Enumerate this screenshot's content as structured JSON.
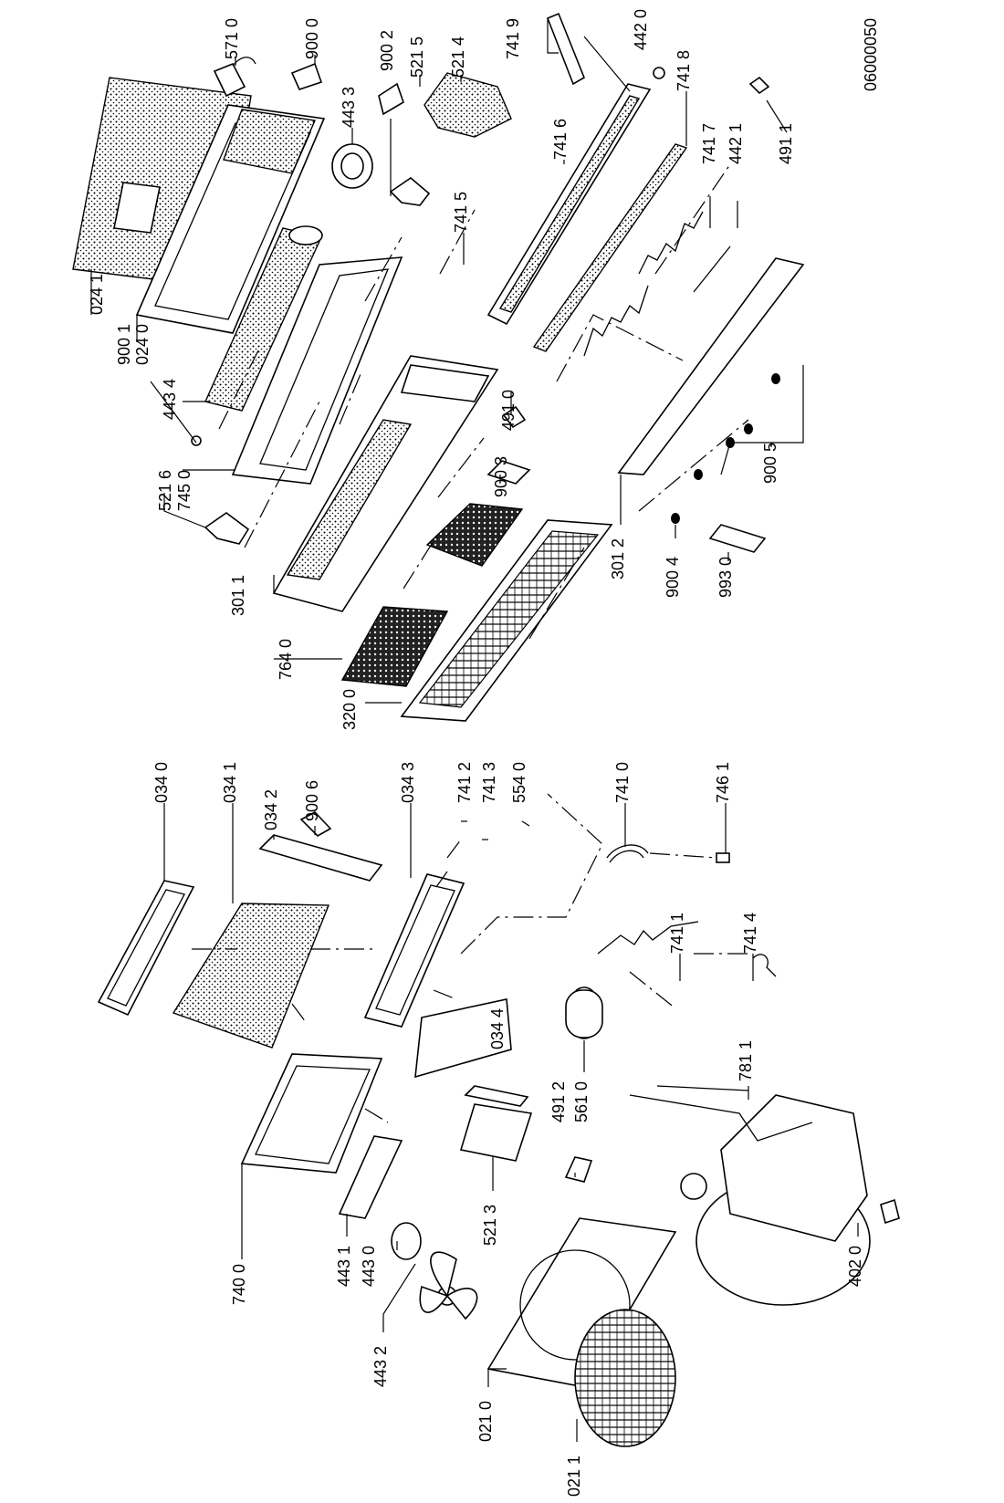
{
  "document_id": "06000050",
  "labels": {
    "l0241": "024 1",
    "l9001": "900 1",
    "l0240": "024 0",
    "l4434": "443 4",
    "l5216": "521 6",
    "l7450": "745 0",
    "l3011": "301 1",
    "l7640": "764 0",
    "l3200": "320 0",
    "l5710": "571 0",
    "l9000": "900 0",
    "l4433": "443 3",
    "l9002": "900 2",
    "l5215": "521 5",
    "l5214": "521 4",
    "l7419": "741 9",
    "l4420": "442 0",
    "l7418": "741 8",
    "l7416": "741 6",
    "l7415": "741 5",
    "l7417": "741 7",
    "l4421": "442 1",
    "l4911": "491 1",
    "l4910": "491 0",
    "l9003": "900 3",
    "l9005": "900 5",
    "l3012": "301 2",
    "l9004": "900 4",
    "l9930": "993 0",
    "l0340": "034 0",
    "l0341": "034 1",
    "l0342": "034 2",
    "l9006": "900 6",
    "l0343": "034 3",
    "l7412": "741 2",
    "l7413": "741 3",
    "l5540": "554 0",
    "l7410": "741 0",
    "l7461": "746 1",
    "l7411": "741 1",
    "l7414": "741 4",
    "l7811": "781 1",
    "l0344": "034 4",
    "l5610": "561 0",
    "l4912": "491 2",
    "l4020": "402 0",
    "l7400": "740 0",
    "l4431": "443 1",
    "l4430": "443 0",
    "l5213": "521 3",
    "l4432": "443 2",
    "l0210": "021 0",
    "l0211": "021 1"
  }
}
